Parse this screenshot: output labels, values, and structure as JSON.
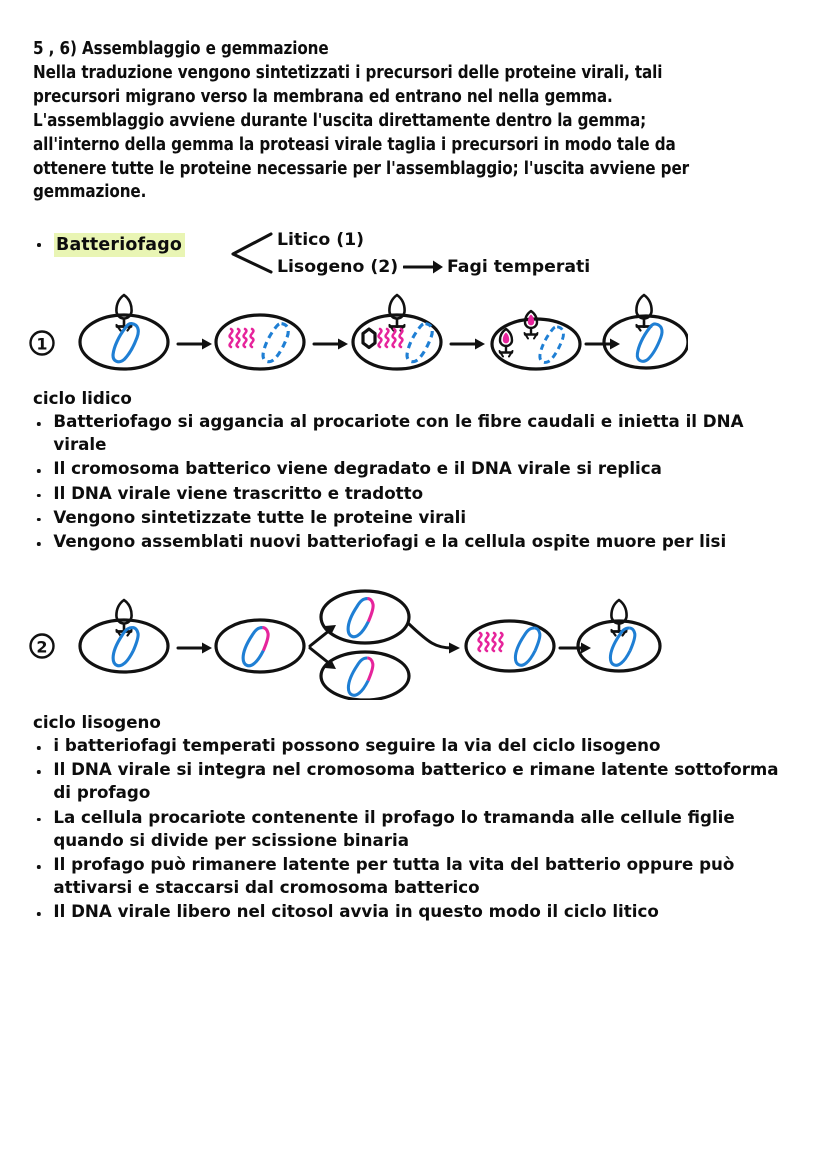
{
  "title": "5 , 6) Assemblaggio e gemmazione",
  "intro_paragraph": {
    "lines": [
      "Nella traduzione vengono sintetizzati i precursori delle proteine virali, tali",
      "precursori migrano verso la membrana ed entrano nel nella gemma.",
      "L'assemblaggio avviene durante l'uscita direttamente dentro la gemma;",
      "all'interno della gemma la proteasi virale taglia i precursori in modo tale da",
      "ottenere tutte le proteine necessarie per l'assemblaggio; l'uscita avviene per",
      "gemmazione."
    ]
  },
  "branch": {
    "term": "Batteriofago",
    "term_highlight_color": "#e9f5b4",
    "option_1": "Litico (1)",
    "option_2": "Lisogeno (2)",
    "result": "Fagi temperati"
  },
  "diagram_lytic": {
    "marker": "1",
    "caption": "ciclo litico diagram",
    "steps": [
      {
        "name": "phage-attached-host",
        "phage": true,
        "chromosome": "solid-blue",
        "proteins": false,
        "capsids": []
      },
      {
        "name": "chromosome-degraded-dna-replicating",
        "phage": false,
        "chromosome": "dashed-blue",
        "proteins": true,
        "capsids": []
      },
      {
        "name": "proteins-synthesized",
        "phage": true,
        "chromosome": "dashed-blue",
        "proteins": true,
        "capsids": [
          "empty"
        ]
      },
      {
        "name": "new-phages-assembled",
        "phage": false,
        "chromosome": "dashed-blue",
        "proteins": false,
        "capsids": [
          "filled",
          "filled"
        ]
      },
      {
        "name": "lysis-release",
        "phage": true,
        "chromosome": "solid-blue",
        "proteins": false,
        "capsids": []
      }
    ]
  },
  "diagram_lysogenic": {
    "marker": "2",
    "caption": "ciclo lisogeno diagram",
    "steps": [
      {
        "name": "phage-attached-host",
        "phage": true,
        "chromosome": "solid-blue"
      },
      {
        "name": "prophage-integrated",
        "phage": false,
        "chromosome": "blue-with-magenta-prophage"
      },
      {
        "name": "daughter-cell-upper",
        "phage": false,
        "chromosome": "blue-with-magenta-prophage"
      },
      {
        "name": "daughter-cell-lower",
        "phage": false,
        "chromosome": "blue-with-magenta-prophage"
      },
      {
        "name": "prophage-excised-proteins",
        "phage": false,
        "chromosome": "solid-blue",
        "proteins": true
      },
      {
        "name": "lytic-cycle-begins",
        "phage": true,
        "chromosome": "solid-blue"
      }
    ]
  },
  "ciclo_litico": {
    "heading": "ciclo lidico",
    "bullets": [
      "Batteriofago si aggancia al procariote con le fibre caudali e inietta il DNA virale",
      "Il cromosoma batterico viene degradato e il DNA virale si replica",
      "Il DNA virale viene trascritto e tradotto",
      "Vengono sintetizzate tutte le proteine virali",
      "Vengono assemblati nuovi batteriofagi e la cellula ospite muore per lisi"
    ]
  },
  "ciclo_lisogeno": {
    "heading": "ciclo lisogeno",
    "bullets": [
      "i batteriofagi temperati possono seguire la via del ciclo lisogeno",
      "Il DNA virale si integra nel cromosoma batterico e rimane latente sottoforma di profago",
      "La cellula procariote contenente il profago lo tramanda alle cellule figlie quando si divide per scissione binaria",
      "Il profago può rimanere latente per tutta la vita del batterio oppure può attivarsi e staccarsi dal cromosoma batterico",
      "Il DNA virale libero nel citosol avvia in questo modo il ciclo litico"
    ]
  },
  "colors": {
    "ink": "#0d0d0d",
    "dna_blue": "#1f7fd4",
    "protein_magenta": "#e6249b",
    "highlight_green": "#e9f5b4",
    "paper": "#ffffff"
  }
}
